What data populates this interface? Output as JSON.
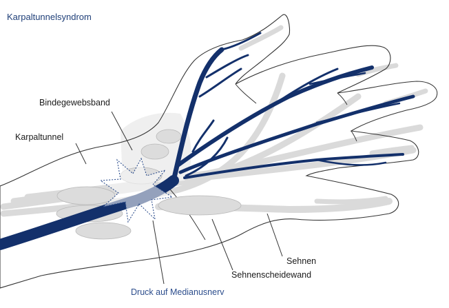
{
  "title": "Karpaltunnelsyndrom",
  "labels": {
    "bindegewebsband": "Bindegewebsband",
    "karpaltunnel": "Karpaltunnel",
    "sehnen": "Sehnen",
    "sehnenscheidewand": "Sehnenscheidewand",
    "druck": "Druck auf Medianusnerv"
  },
  "colors": {
    "nerve": "#13306b",
    "outline": "#333333",
    "tendon": "#d9d9d9",
    "ligament": "#ececec",
    "title": "#1f3f78"
  }
}
